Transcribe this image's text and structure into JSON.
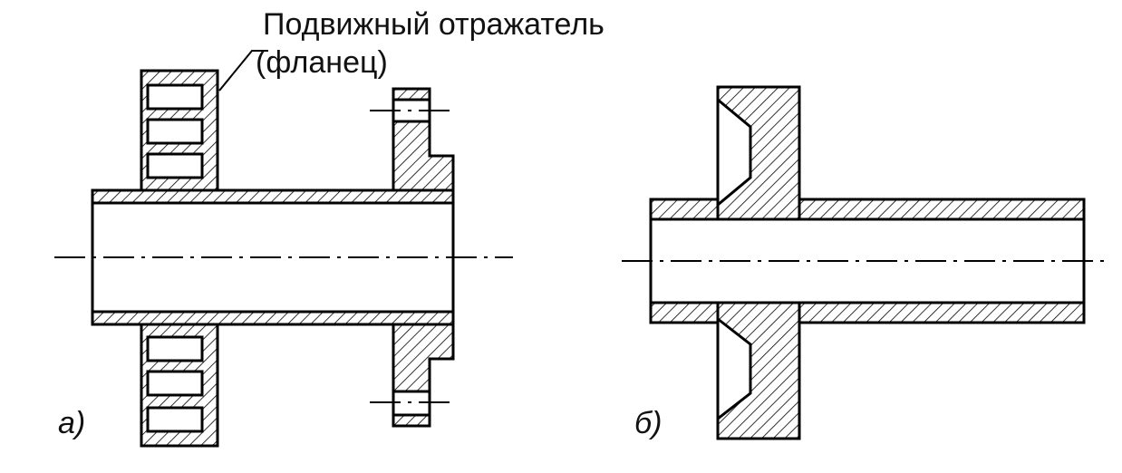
{
  "labels": {
    "callout_line1": "Подвижный отражатель",
    "callout_line2": "(фланец)",
    "fig_a": "а)",
    "fig_b": "б)"
  },
  "colors": {
    "ink": "#000000",
    "background": "#ffffff"
  }
}
